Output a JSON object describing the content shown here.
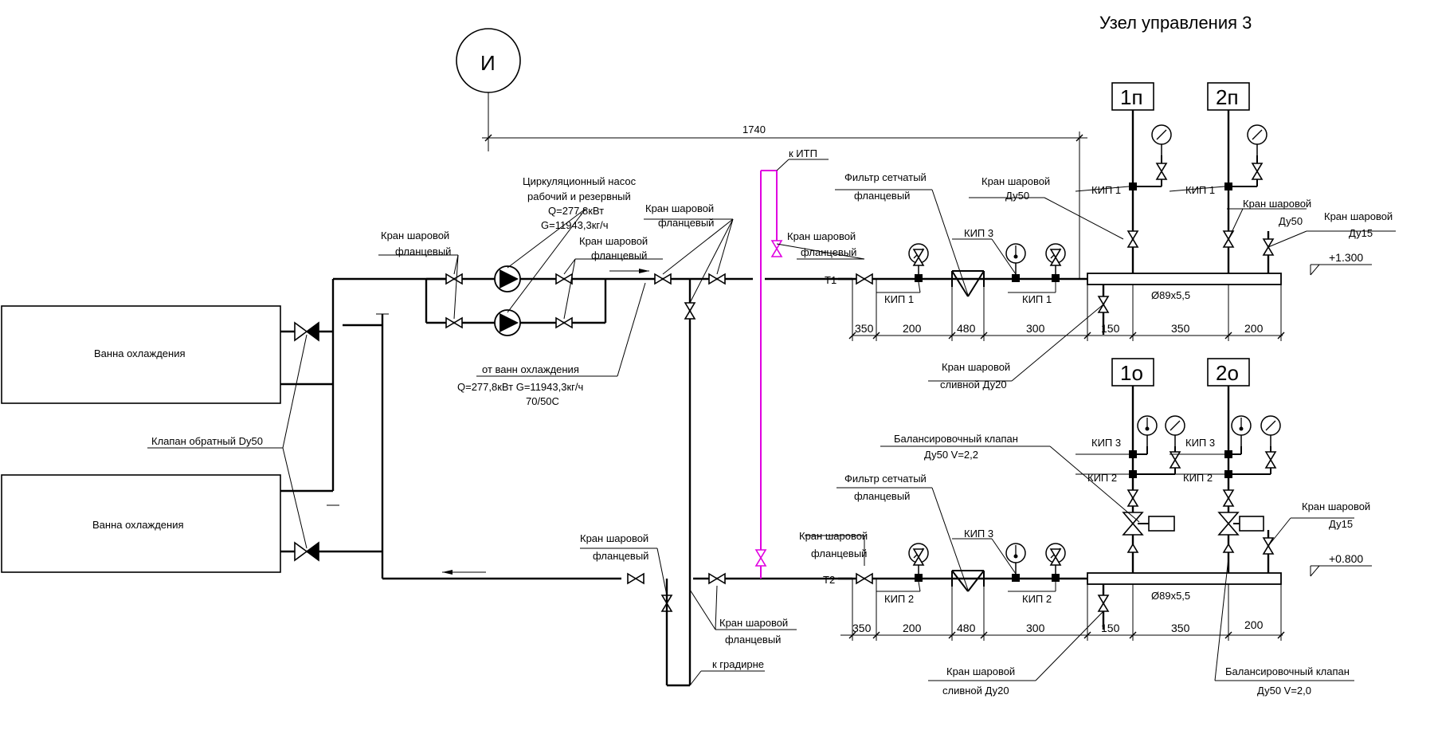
{
  "title": "Узел управления 3",
  "marker": "И",
  "dim_main": "1740",
  "to_itp": "к ИТП",
  "to_gradirne": "к градирне",
  "bath1": "Ванна охлаждения",
  "bath2": "Ванна охлаждения",
  "check_valve": "Клапан обратный  Dy50",
  "ball_valve_l1a": "Кран шаровой",
  "ball_valve_l1b": "фланцевый",
  "pump_a": "Циркуляционный насос",
  "pump_b": "рабочий и резервный",
  "pump_c": "Q=277,8кВт",
  "pump_d": "G=11943,3кг/ч",
  "ball_valve_l2a": "Кран шаровой",
  "ball_valve_l2b": "фланцевый",
  "ball_valve_l3a": "Кран шаровой",
  "ball_valve_l3b": "фланцевый",
  "ball_valve_l4a": "Кран шаровой",
  "ball_valve_l4b": "фланцевый",
  "from_bath_a": "от ванн охлаждения",
  "from_bath_b": "Q=277,8кВт  G=11943,3кг/ч",
  "from_bath_c": "70/50С",
  "t1": "Т1",
  "t2": "Т2",
  "filter_top_a": "Фильтр сетчатый",
  "filter_top_b": "фланцевый",
  "kip3_top": "КИП 3",
  "kip1_a": "КИП 1",
  "kip1_b": "КИП 1",
  "bv_du50_top_a": "Кран шаровой",
  "bv_du50_top_b": "Ду50",
  "h1p": "1п",
  "h2p": "2п",
  "kip1_c": "КИП 1",
  "kip1_d": "КИП 1",
  "bv_du50_r_a": "Кран шаровой",
  "bv_du50_r_b": "Ду50",
  "bv_du15_r_a": "Кран шаровой",
  "bv_du15_r_b": "Ду15",
  "lvl_top": "+1.300",
  "pipe_top": "Ø89x5,5",
  "drain_top_a": "Кран шаровой",
  "drain_top_b": "сливной Ду20",
  "dims_top": [
    "350",
    "200",
    "480",
    "300",
    "150",
    "350",
    "200"
  ],
  "h1o": "1о",
  "h2o": "2о",
  "bal_top_a": "Балансировочный клапан",
  "bal_top_b": "Ду50 V=2,2",
  "kip3_a": "КИП 3",
  "kip3_b": "КИП 3",
  "kip2_a": "КИП 2",
  "kip2_b": "КИП 2",
  "filter_bot_a": "Фильтр сетчатый",
  "filter_bot_b": "фланцевый",
  "bv_bot_a": "Кран шаровой",
  "bv_bot_b": "фланцевый",
  "kip3_bot": "КИП 3",
  "kip2_c": "КИП 2",
  "kip2_d": "КИП 2",
  "bv_du15_b_a": "Кран шаровой",
  "bv_du15_b_b": "Ду15",
  "lvl_bot": "+0.800",
  "pipe_bot": "Ø89x5,5",
  "bv_l5a": "Кран шаровой",
  "bv_l5b": "фланцевый",
  "bv_l6a": "Кран шаровой",
  "bv_l6b": "фланцевый",
  "dims_bot": [
    "350",
    "200",
    "480",
    "300",
    "150",
    "350",
    "200"
  ],
  "drain_bot_a": "Кран шаровой",
  "drain_bot_b": "сливной Ду20",
  "bal_bot_a": "Балансировочный клапан",
  "bal_bot_b": "Ду50 V=2,0",
  "colors": {
    "line": "#000000",
    "itp_pipe": "#e000e0"
  }
}
